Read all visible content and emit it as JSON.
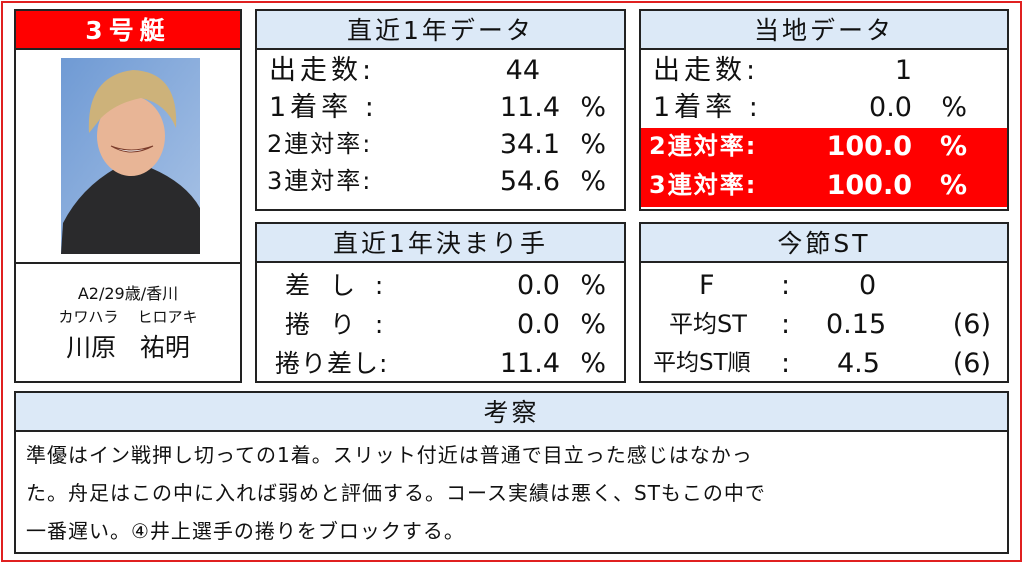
{
  "boat": {
    "title": "3号艇",
    "info": "A2/29歳/香川",
    "kana_family": "カワハラ",
    "kana_given": "ヒロアキ",
    "name_family": "川原",
    "name_given": "祐明"
  },
  "recent": {
    "title": "直近1年データ",
    "rows": [
      {
        "label": "出走数:",
        "value": "44",
        "unit": ""
      },
      {
        "label": "1着率 :",
        "value": "11.4",
        "unit": "%"
      },
      {
        "label": "2連対率:",
        "value": "34.1",
        "unit": "%"
      },
      {
        "label": "3連対率:",
        "value": "54.6",
        "unit": "%"
      }
    ]
  },
  "local": {
    "title": "当地データ",
    "rows": [
      {
        "label": "出走数:",
        "value": "1",
        "unit": ""
      },
      {
        "label": "1着率 :",
        "value": "0.0",
        "unit": "%"
      },
      {
        "label": "2連対率:",
        "value": "100.0",
        "unit": "%"
      },
      {
        "label": "3連対率:",
        "value": "100.0",
        "unit": "%"
      }
    ]
  },
  "kimarite": {
    "title": "直近1年決まり手",
    "rows": [
      {
        "label": "差 し :",
        "value": "0.0",
        "unit": "%"
      },
      {
        "label": "捲 り :",
        "value": "0.0",
        "unit": "%"
      },
      {
        "label": "捲り差し:",
        "value": "11.4",
        "unit": "%"
      }
    ]
  },
  "st": {
    "title": "今節ST",
    "rows": [
      {
        "label": "F",
        "colon": ":",
        "value": "0",
        "count": ""
      },
      {
        "label": "平均ST",
        "colon": ":",
        "value": "0.15",
        "count": "(6)"
      },
      {
        "label": "平均ST順",
        "colon": ":",
        "value": "4.5",
        "count": "(6)"
      }
    ]
  },
  "comment": {
    "title": "考察",
    "lines": [
      "準優はイン戦押し切っての1着。スリット付近は普通で目立った感じはなかっ",
      "た。舟足はこの中に入れば弱めと評価する。コース実績は悪く、STもこの中で",
      "一番遅い。④井上選手の捲りをブロックする。"
    ]
  },
  "colors": {
    "accent": "#ff0000",
    "header_bg": "#dce9f7"
  }
}
